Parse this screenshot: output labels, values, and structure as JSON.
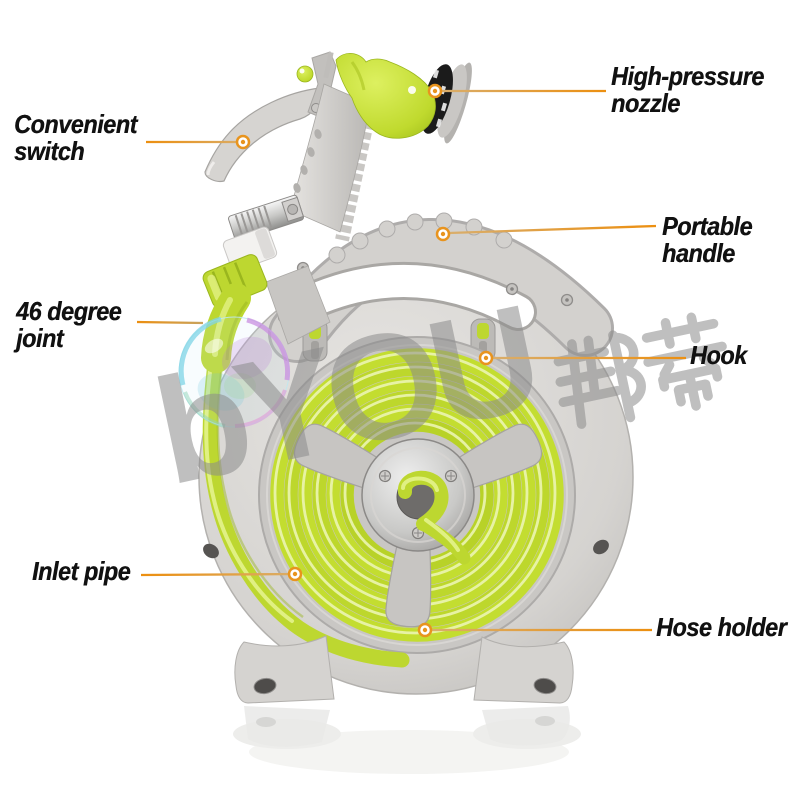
{
  "labels": {
    "nozzle": {
      "line1": "High-pressure",
      "line2": "nozzle"
    },
    "switch": {
      "line1": "Convenient",
      "line2": "switch"
    },
    "handle": {
      "line1": "Portable",
      "line2": "handle"
    },
    "joint": {
      "line1": "46 degree",
      "line2": "joint"
    },
    "hook": {
      "line1": "Hook"
    },
    "inlet": {
      "line1": "Inlet pipe"
    },
    "holder": {
      "line1": "Hose holder"
    }
  },
  "watermark": {
    "latin": "bYOU",
    "cjk": "邦蒂",
    "color": "#8c8c8c"
  },
  "colors": {
    "background": "#ffffff",
    "label_text": "#111111",
    "leader_orange": "#ec8f10",
    "leader_tan": "#d9ae6c",
    "ring_marker": "#e8941e",
    "hose_green": "#bdd730",
    "nozzle_green": "#c6e038",
    "body_gray": "#d2d0cd",
    "dial_black": "#1b1b1b"
  },
  "product": {
    "description": "Gray portable garden hose reel with coiled green hose, spray gun and soap-bubble highlight"
  }
}
